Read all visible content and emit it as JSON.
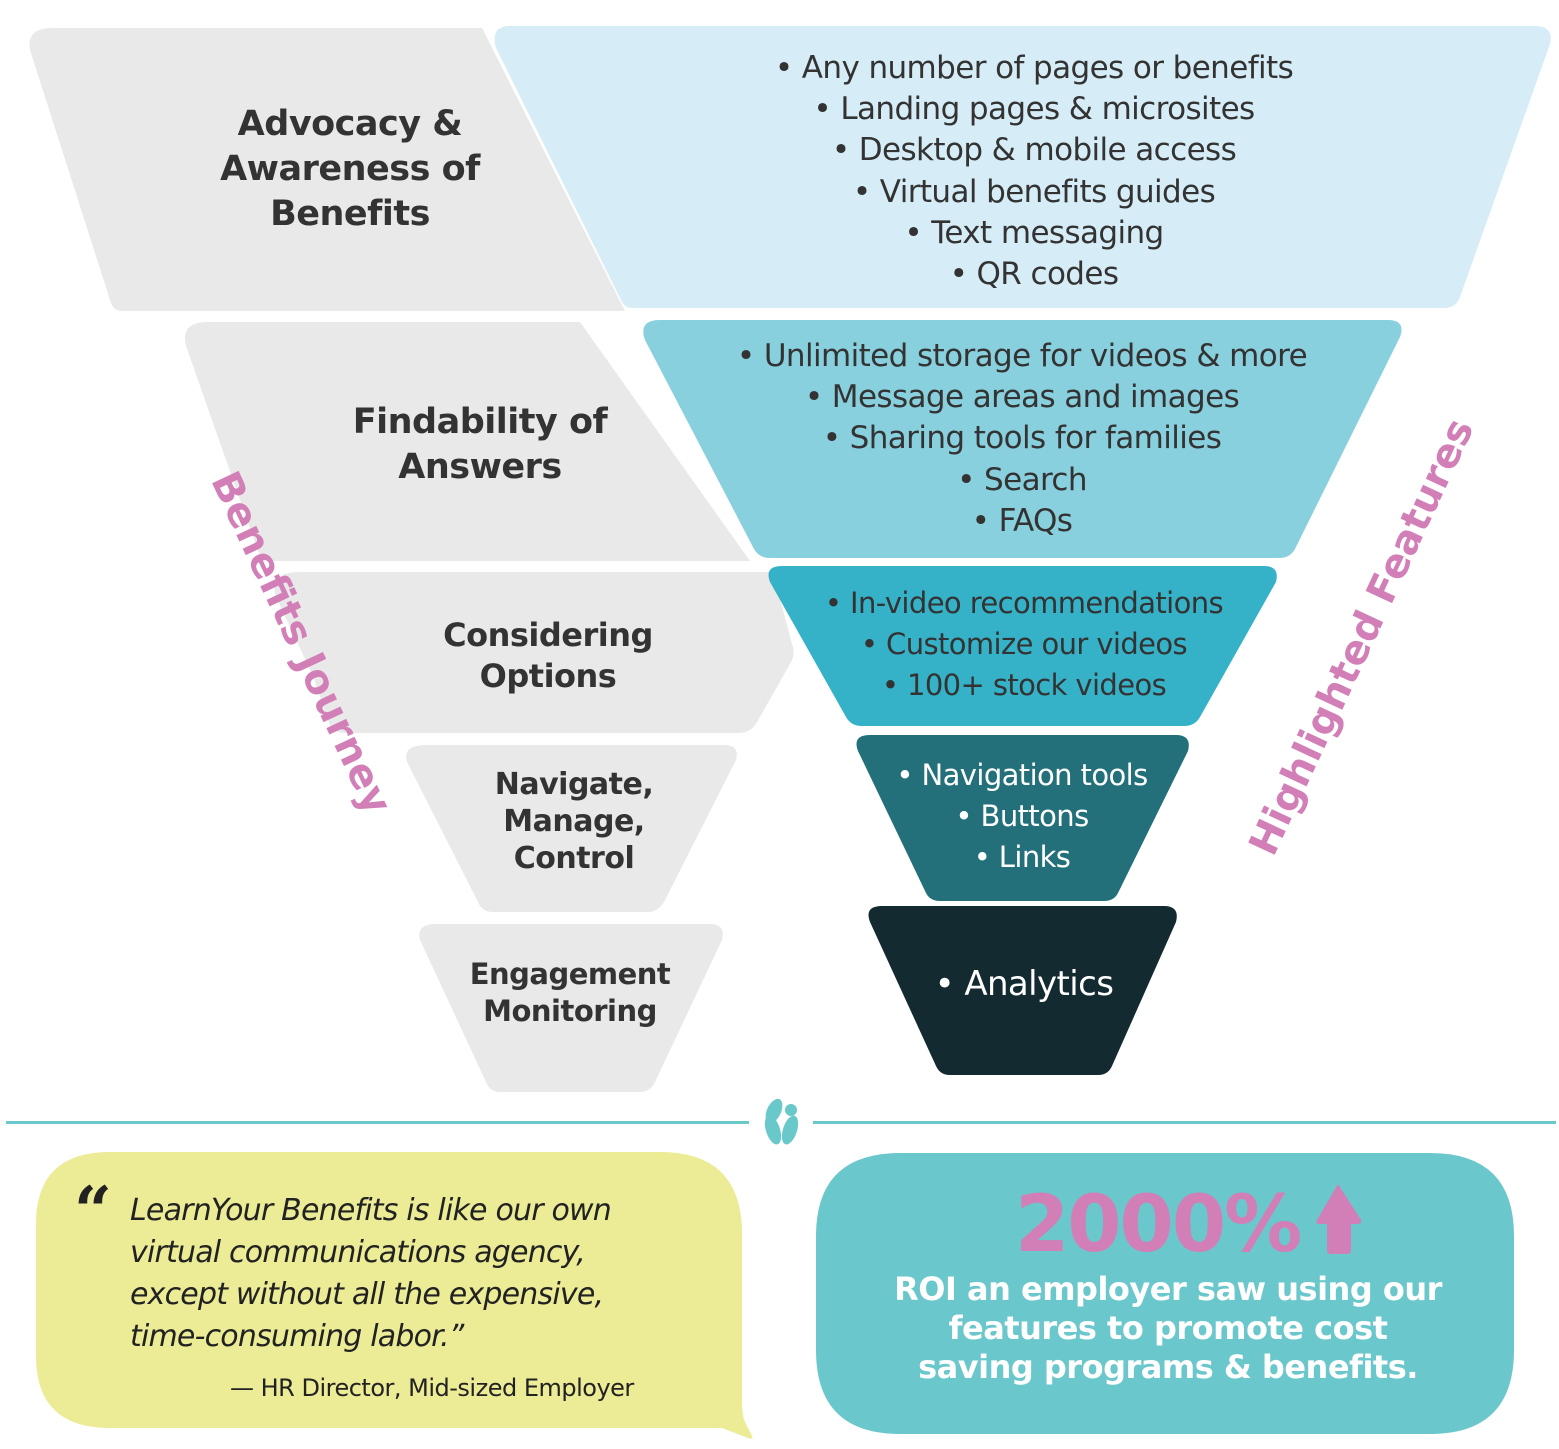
{
  "colors": {
    "journey_fill": "#e9e9e9",
    "tier1": "#d6edf7",
    "tier2": "#89d0de",
    "tier3": "#36b2c8",
    "tier4": "#23707a",
    "tier5": "#132a31",
    "accent_pink": "#d27fb8",
    "divider_teal": "#68c8ca",
    "quote_bg": "#ebec95",
    "stat_bg": "#6ac7cb"
  },
  "side_labels": {
    "left": "Benefits Journey",
    "right": "Highlighted Features"
  },
  "stages": [
    {
      "journey": [
        "Advocacy &",
        "Awareness of",
        "Benefits"
      ],
      "features": [
        "• Any number of pages or benefits",
        "• Landing pages & microsites",
        "• Desktop & mobile access",
        "• Virtual benefits guides",
        "• Text messaging",
        "• QR codes"
      ]
    },
    {
      "journey": [
        "Findability of",
        "Answers"
      ],
      "features": [
        "• Unlimited storage for videos & more",
        "• Message areas and images",
        "• Sharing tools for families",
        "• Search",
        "• FAQs"
      ]
    },
    {
      "journey": [
        "Considering",
        "Options"
      ],
      "features": [
        "• In-video recommendations",
        "• Customize our videos",
        "• 100+ stock videos"
      ]
    },
    {
      "journey": [
        "Navigate,",
        "Manage,",
        "Control"
      ],
      "features": [
        "• Navigation tools",
        "• Buttons",
        "• Links"
      ]
    },
    {
      "journey": [
        "Engagement",
        "Monitoring"
      ],
      "features": [
        "• Analytics"
      ]
    }
  ],
  "divider_icon": "leaf-logo-icon",
  "testimonial": {
    "open_quote": "“",
    "lines": [
      "LearnYour Benefits is like our own",
      "virtual communications agency,",
      "except without all the expensive,",
      "time-consuming labor.”"
    ],
    "attribution": "— HR Director, Mid-sized Employer"
  },
  "stat": {
    "value": "2000%",
    "arrow_icon": "arrow-up-icon",
    "lines": [
      "ROI an employer saw using our",
      "features to promote cost",
      "saving programs & benefits."
    ]
  }
}
